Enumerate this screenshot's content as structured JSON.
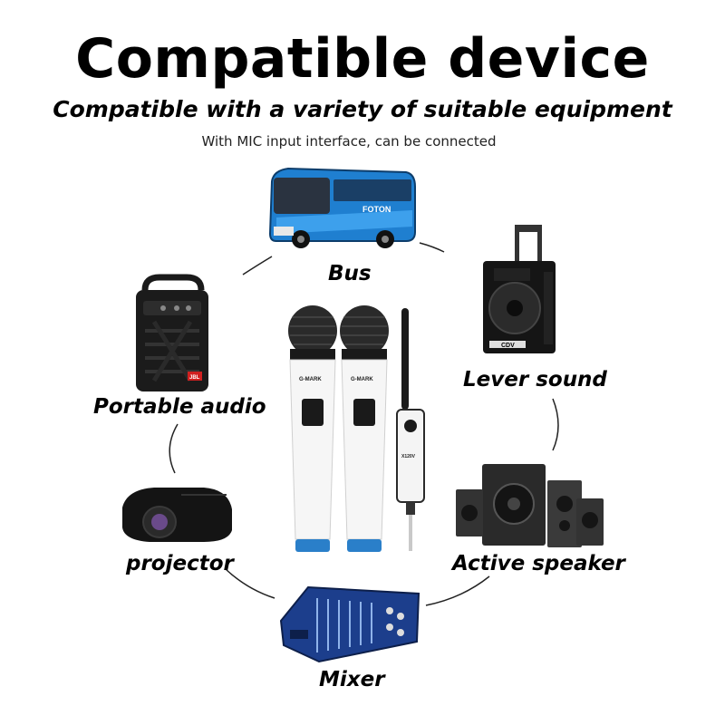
{
  "heading": {
    "title": "Compatible device",
    "subtitle": "Compatible with a variety of suitable equipment",
    "note": "With MIC input interface, can be connected"
  },
  "devices": {
    "bus": "Bus",
    "lever_sound": "Lever sound",
    "portable_audio": "Portable audio",
    "active_speaker": "Active speaker",
    "projector": "projector",
    "mixer": "Mixer"
  },
  "product": {
    "brand": "G-MARK",
    "model": "X120V",
    "bus_brand": "FOTON",
    "speaker_brand": "CDV",
    "speaker_badge": "JBL"
  },
  "colors": {
    "bus_blue": "#1f7fd0",
    "mixer_blue": "#1c3e8c",
    "mic_ring_blue": "#2a7fc9"
  }
}
